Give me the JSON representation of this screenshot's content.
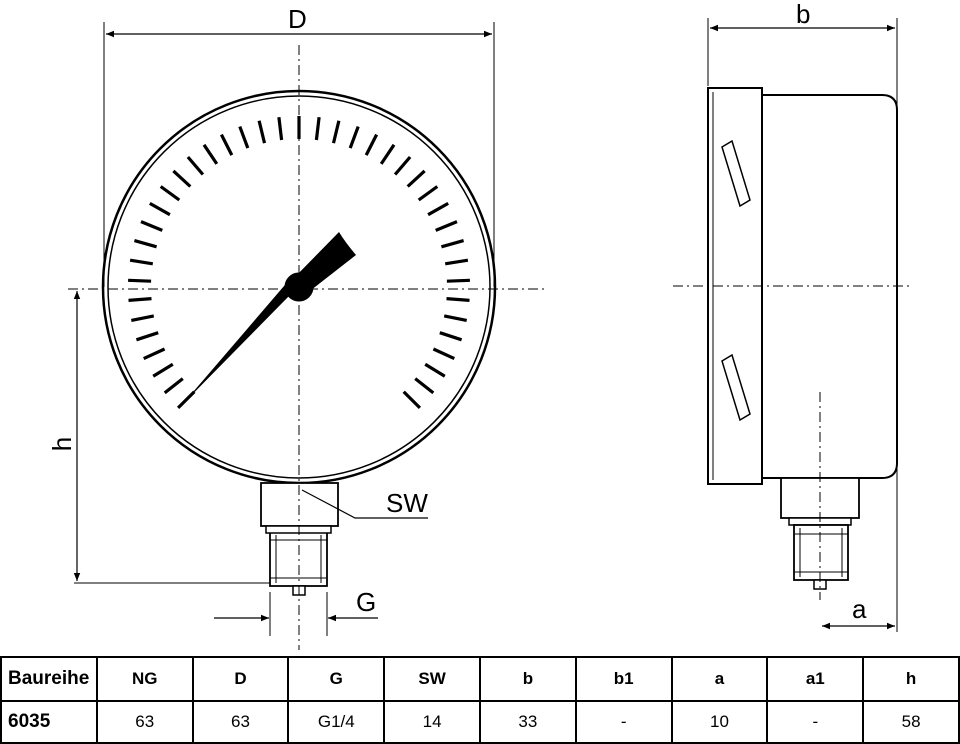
{
  "labels": {
    "D": "D",
    "b": "b",
    "h": "h",
    "SW": "SW",
    "G": "G",
    "a": "a"
  },
  "table": {
    "headers": [
      "Baureihe",
      "NG",
      "D",
      "G",
      "SW",
      "b",
      "b1",
      "a",
      "a1",
      "h"
    ],
    "rows": [
      [
        "6035",
        "63",
        "63",
        "G1/4",
        "14",
        "33",
        "-",
        "10",
        "-",
        "58"
      ]
    ]
  }
}
